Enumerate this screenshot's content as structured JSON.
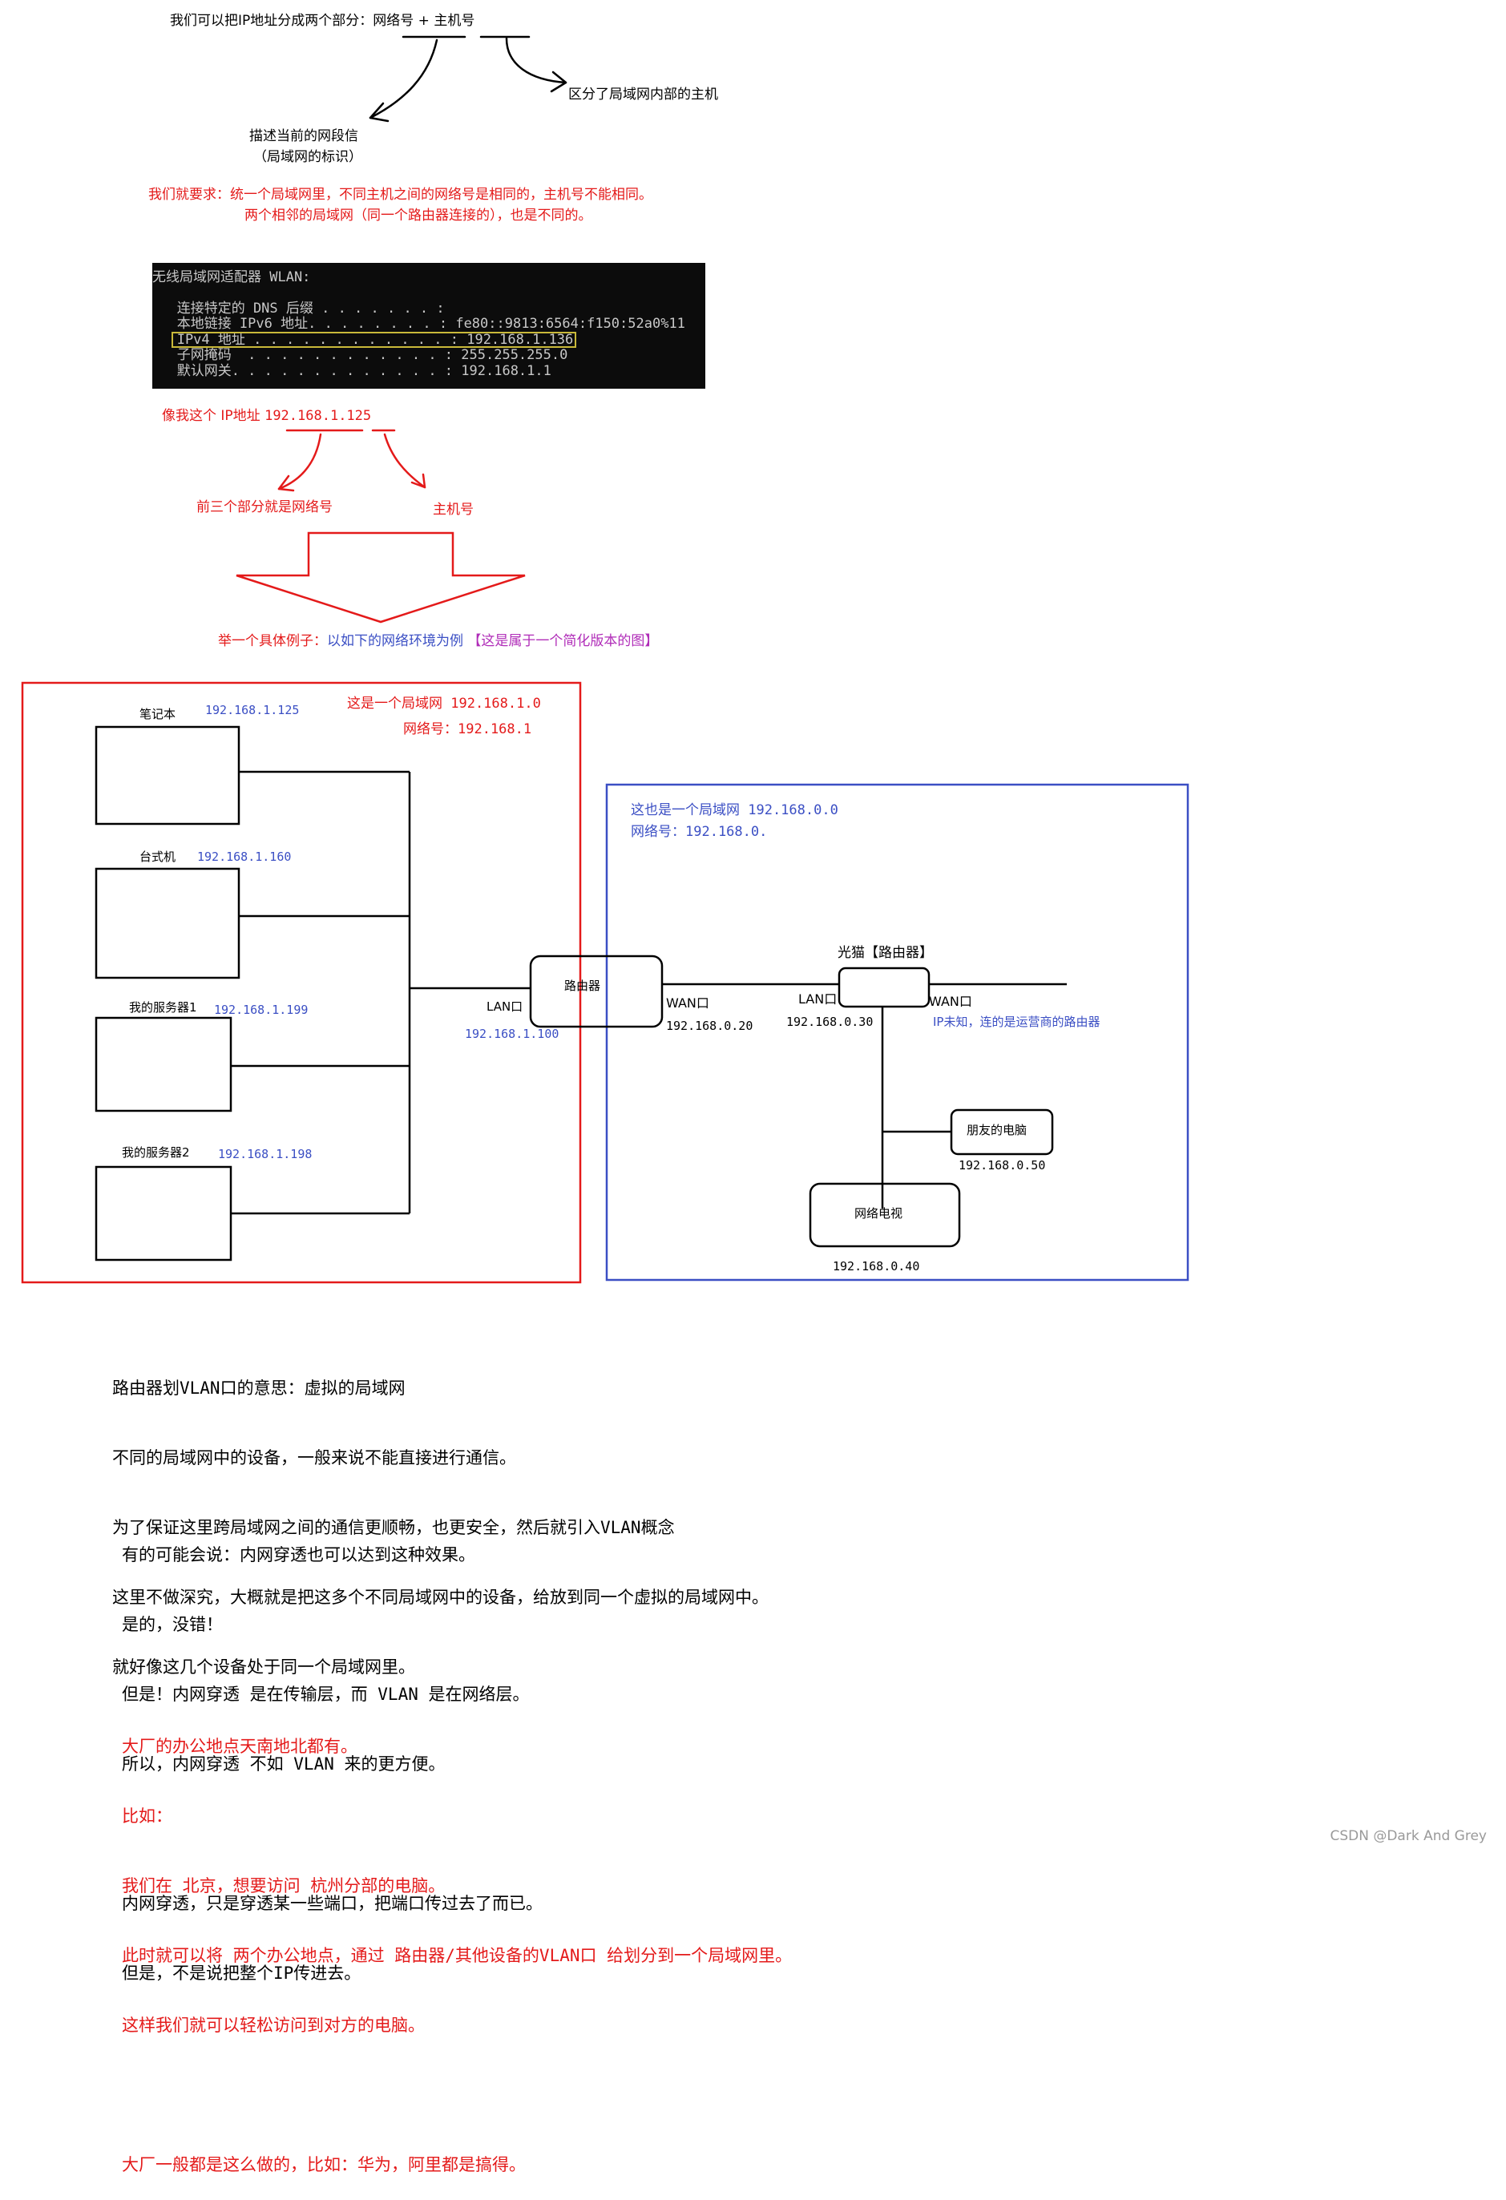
{
  "top": {
    "intro": "我们可以把IP地址分成两个部分：",
    "network_part": "网络号",
    "plus": "+",
    "host_part": "主机号",
    "host_desc": "区分了局域网内部的主机",
    "net_desc_1": "描述当前的网段信",
    "net_desc_2": "（局域网的标识）",
    "req_1": "我们就要求：统一个局域网里，不同主机之间的网络号是相同的，主机号不能相同。",
    "req_2": "两个相邻的局域网（同一个路由器连接的），也是不同的。"
  },
  "terminal": {
    "header": "无线局域网适配器 WLAN:",
    "rows": [
      "   连接特定的 DNS 后缀 . . . . . . . :",
      "   本地链接 IPv6 地址. . . . . . . . : fe80::9813:6564:f150:52a0%11",
      "   IPv4 地址 . . . . . . . . . . . . : 192.168.1.136",
      "   子网掩码  . . . . . . . . . . . . : 255.255.255.0",
      "   默认网关. . . . . . . . . . . . . : 192.168.1.1"
    ]
  },
  "example": {
    "ip_label": "像我这个 IP地址",
    "ip": "192.168.1.125",
    "net_label": "前三个部分就是网络号",
    "host_label": "主机号",
    "concrete_red": "举一个具体例子：",
    "concrete_blue": "以如下的网络环境为例",
    "concrete_purple": "【这是属于一个简化版本的图】"
  },
  "lan1": {
    "title": "这是一个局域网 192.168.1.0",
    "netnum": "网络号：192.168.1",
    "devices": [
      {
        "name": "笔记本",
        "ip": "192.168.1.125"
      },
      {
        "name": "台式机",
        "ip": "192.168.1.160"
      },
      {
        "name": "我的服务器1",
        "ip": "192.168.1.199"
      },
      {
        "name": "我的服务器2",
        "ip": "192.168.1.198"
      }
    ],
    "lan_port": "LAN口",
    "lan_ip": "192.168.1.100"
  },
  "router": {
    "label": "路由器",
    "wan_port": "WAN口",
    "wan_ip": "192.168.0.20"
  },
  "lan2": {
    "title": "这也是一个局域网 192.168.0.0",
    "netnum": "网络号：192.168.0.",
    "modem_title": "光猫【路由器】",
    "modem_lan": "LAN口",
    "modem_lan_ip": "192.168.0.30",
    "modem_wan": "WAN口",
    "modem_wan_note": "IP未知，连的是运营商的路由器",
    "friend_pc": "朋友的电脑",
    "friend_ip": "192.168.0.50",
    "tv": "网络电视",
    "tv_ip": "192.168.0.40"
  },
  "para1": [
    "路由器划VLAN口的意思：虚拟的局域网",
    "不同的局域网中的设备，一般来说不能直接进行通信。",
    "为了保证这里跨局域网之间的通信更顺畅，也更安全，然后就引入VLAN概念",
    "这里不做深究，大概就是把这多个不同局域网中的设备，给放到同一个虚拟的局域网中。",
    "就好像这几个设备处于同一个局域网里。"
  ],
  "para2": [
    "有的可能会说：内网穿透也可以达到这种效果。",
    "是的，没错！",
    "但是！内网穿透 是在传输层，而 VLAN 是在网络层。",
    "所以，内网穿透 不如 VLAN 来的更方便。",
    "",
    "内网穿透，只是穿透某一些端口，把端口传过去了而已。",
    "但是，不是说把整个IP传进去。"
  ],
  "para3": [
    "大厂的办公地点天南地北都有。",
    "比如：",
    "我们在 北京，想要访问 杭州分部的电脑。",
    "此时就可以将 两个办公地点，通过 路由器/其他设备的VLAN口 给划分到一个局域网里。",
    "这样我们就可以轻松访问到对方的电脑。",
    "",
    "大厂一般都是这么做的，比如：华为，阿里都是搞得。"
  ],
  "watermark": "CSDN @Dark And Grey",
  "colors": {
    "red": "#e41a1a",
    "blue": "#3b4fc4",
    "purple": "#b02cb8",
    "terminal_bg": "#0c0c0c",
    "highlight": "#c9b93a"
  }
}
